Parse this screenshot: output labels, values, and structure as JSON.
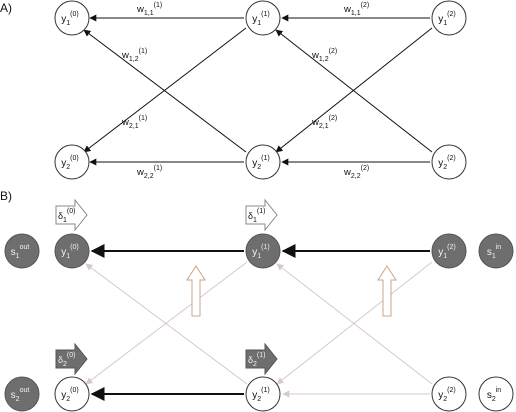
{
  "panels": {
    "a_label": "A)",
    "b_label": "B)"
  },
  "panel_a": {
    "nodes": {
      "y1_0": {
        "base": "y",
        "sub": "1",
        "sup": "(0)"
      },
      "y2_0": {
        "base": "y",
        "sub": "2",
        "sup": "(0)"
      },
      "y1_1": {
        "base": "y",
        "sub": "1",
        "sup": "(1)"
      },
      "y2_1": {
        "base": "y",
        "sub": "2",
        "sup": "(1)"
      },
      "y1_2": {
        "base": "y",
        "sub": "1",
        "sup": "(2)"
      },
      "y2_2": {
        "base": "y",
        "sub": "2",
        "sup": "(2)"
      }
    },
    "weights": {
      "w11_1": {
        "base": "w",
        "sub": "1,1",
        "sup": "(1)"
      },
      "w12_1": {
        "base": "w",
        "sub": "1,2",
        "sup": "(1)"
      },
      "w21_1": {
        "base": "w",
        "sub": "2,1",
        "sup": "(1)"
      },
      "w22_1": {
        "base": "w",
        "sub": "2,2",
        "sup": "(1)"
      },
      "w11_2": {
        "base": "w",
        "sub": "1,1",
        "sup": "(2)"
      },
      "w12_2": {
        "base": "w",
        "sub": "1,2",
        "sup": "(2)"
      },
      "w21_2": {
        "base": "w",
        "sub": "2,1",
        "sup": "(2)"
      },
      "w22_2": {
        "base": "w",
        "sub": "2,2",
        "sup": "(2)"
      }
    }
  },
  "panel_b": {
    "nodes": {
      "y1_0": {
        "base": "y",
        "sub": "1",
        "sup": "(0)"
      },
      "y2_0": {
        "base": "y",
        "sub": "2",
        "sup": "(0)"
      },
      "y1_1": {
        "base": "y",
        "sub": "1",
        "sup": "(1)"
      },
      "y2_1": {
        "base": "y",
        "sub": "2",
        "sup": "(1)"
      },
      "y1_2": {
        "base": "y",
        "sub": "1",
        "sup": "(2)"
      },
      "y2_2": {
        "base": "y",
        "sub": "2",
        "sup": "(2)"
      }
    },
    "signals": {
      "s1_out": {
        "base": "s",
        "sub": "1",
        "sup": "out"
      },
      "s2_out": {
        "base": "s",
        "sub": "2",
        "sup": "out"
      },
      "s1_in": {
        "base": "s",
        "sub": "1",
        "sup": "in"
      },
      "s2_in": {
        "base": "s",
        "sub": "2",
        "sup": "in"
      }
    },
    "deltas": {
      "d1_0": {
        "base": "δ",
        "sub": "1",
        "sup": "(0)"
      },
      "d1_1": {
        "base": "δ",
        "sub": "1",
        "sup": "(1)"
      },
      "d2_0": {
        "base": "δ",
        "sub": "2",
        "sup": "(0)"
      },
      "d2_1": {
        "base": "δ",
        "sub": "2",
        "sup": "(1)"
      }
    }
  },
  "colors": {
    "active_node": "#6e6e6e",
    "faint_edge": "#d8c8c8",
    "up_arrow": "#c9a488"
  }
}
